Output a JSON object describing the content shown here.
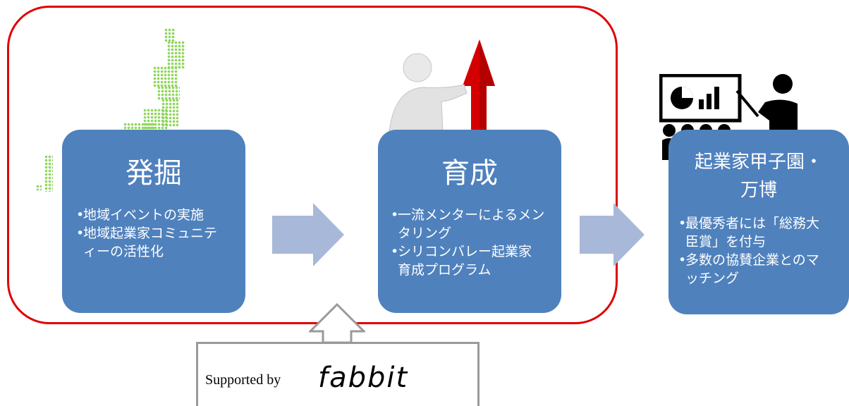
{
  "cards": {
    "discover": {
      "title": "発掘",
      "bullets": [
        "地域イベントの実施",
        "地域起業家コミュニティーの活性化"
      ]
    },
    "nurture": {
      "title": "育成",
      "bullets": [
        "一流メンターによるメンタリング",
        "シリコンバレー起業家育成プログラム"
      ]
    },
    "expo": {
      "title_line1": "起業家甲子園・",
      "title_line2": "万博",
      "bullets": [
        "最優秀者には「総務大臣賞」を付与",
        "多数の協賛企業とのマッチング"
      ]
    }
  },
  "support": {
    "label": "Supported by",
    "logo_text": "fabbit"
  },
  "colors": {
    "card": "#4f81bd",
    "frame": "#e00000",
    "arrow": "#a8b8d8",
    "map": "#8ed65a"
  },
  "icons": [
    "japan-map-icon",
    "person-with-arrow-icon",
    "presentation-icon"
  ]
}
